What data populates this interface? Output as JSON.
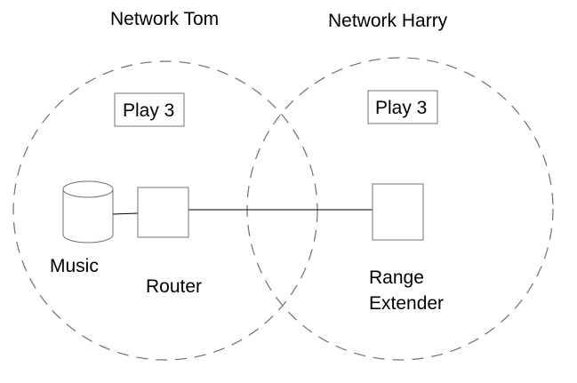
{
  "networks": [
    {
      "label": "Network Tom"
    },
    {
      "label": "Network Harry"
    }
  ],
  "devices": {
    "play_left": "Play 3",
    "play_right": "Play 3",
    "music": "Music",
    "router": "Router",
    "range_extender_line1": "Range",
    "range_extender_line2": "Extender"
  },
  "colors": {
    "circle_stroke": "#707070",
    "shape_stroke": "#707070",
    "line": "#000000",
    "text": "#000000"
  }
}
